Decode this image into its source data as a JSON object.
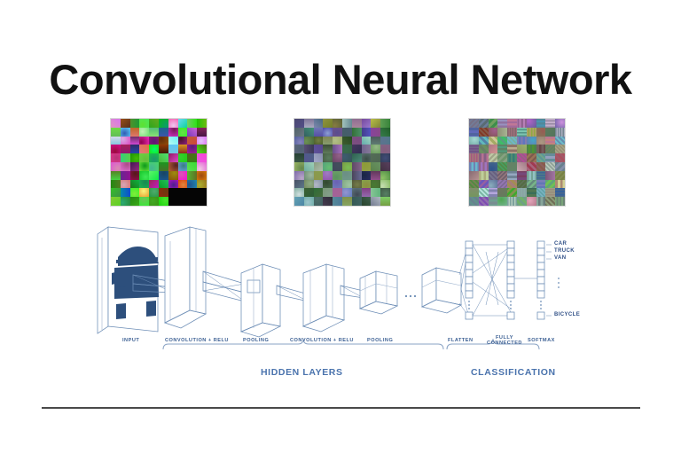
{
  "title": "Convolutional Neural Network",
  "colors": {
    "label_blue": "#3b5f93",
    "group_blue": "#4a73ad",
    "wire_blue": "#6b8cb5",
    "car_navy": "#2d4f7c",
    "rule_gray": "#4a4a4a",
    "background": "#ffffff"
  },
  "filter_grids": [
    {
      "name": "layer-1-filters",
      "rows": 10,
      "cols": 10,
      "palette_note": "bright saturated greens, magentas, purples with black block lower-right"
    },
    {
      "name": "layer-2-filters",
      "rows": 10,
      "cols": 10,
      "palette_note": "muted olive, teal, mauve, slate tones"
    },
    {
      "name": "layer-3-filters",
      "rows": 10,
      "cols": 10,
      "palette_note": "gray-based textured stripes with pastel pink, green, violet overlays"
    }
  ],
  "diagram": {
    "stage_labels": [
      {
        "id": "input",
        "text": "INPUT"
      },
      {
        "id": "convolution-relu-1",
        "text": "CONVOLUTION + RELU"
      },
      {
        "id": "pooling-1",
        "text": "POOLING"
      },
      {
        "id": "convolution-relu-2",
        "text": "CONVOLUTION + RELU"
      },
      {
        "id": "pooling-2",
        "text": "POOLING"
      },
      {
        "id": "flatten",
        "text": "FLATTEN"
      },
      {
        "id": "fully-connected",
        "line1": "FULLY",
        "line2": "CONNECTED"
      },
      {
        "id": "softmax",
        "text": "SOFTMAX"
      }
    ],
    "group_labels": [
      {
        "id": "hidden-layers",
        "text": "HIDDEN LAYERS"
      },
      {
        "id": "classification",
        "text": "CLASSIFICATION"
      }
    ],
    "output_classes": [
      {
        "text": "CAR"
      },
      {
        "text": "TRUCK"
      },
      {
        "text": "VAN"
      },
      {
        "text": "BICYCLE"
      }
    ],
    "ellipsis": "...",
    "input_image_caption": "car front-view silhouette"
  }
}
